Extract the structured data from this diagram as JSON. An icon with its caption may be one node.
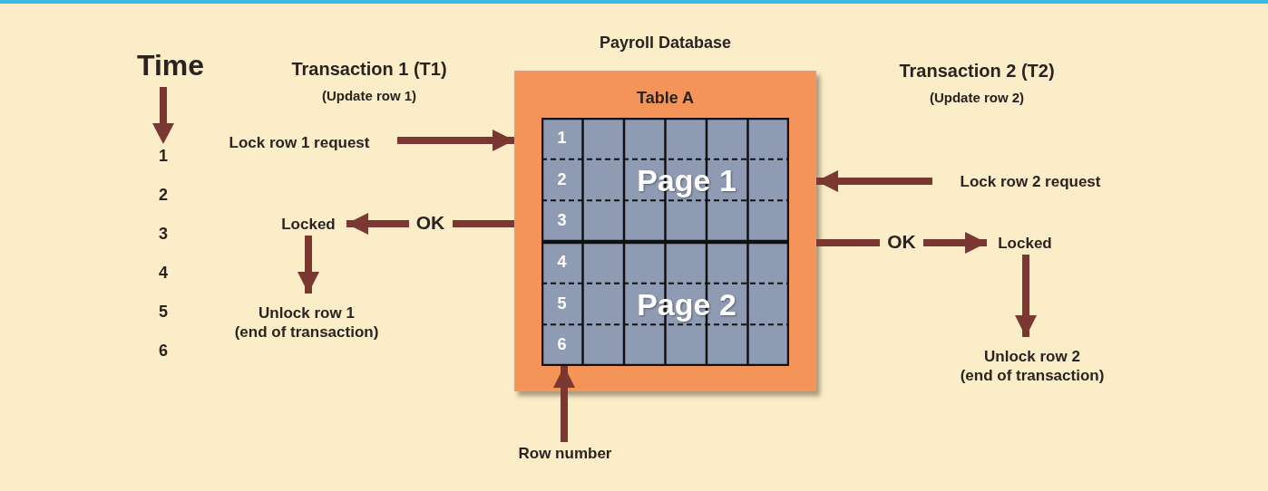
{
  "diagram": {
    "nodes": [
      {
        "text": [
          "Payroll Database",
          "Table A"
        ]
      },
      {
        "text": [
          "1",
          "2",
          "3",
          "Page 1"
        ],
        "in": 0
      },
      {
        "text": [
          "4",
          "5",
          "6",
          "Page 2"
        ],
        "in": 0
      },
      {
        "text": [
          "Lock row 1 request"
        ]
      },
      {
        "text": [
          "Locked"
        ]
      },
      {
        "text": [
          "Unlock row 1",
          "(end of transaction)"
        ]
      },
      {
        "text": [
          "Lock row 2 request"
        ]
      },
      {
        "text": [
          "Locked"
        ]
      },
      {
        "text": [
          "Unlock row 2",
          "(end of transaction)"
        ]
      },
      {
        "text": [
          "Row number"
        ]
      }
    ],
    "edges": [
      {
        "from": 3,
        "to": 0,
        "arrow": "to"
      },
      {
        "from": 0,
        "to": 4,
        "arrow": "to",
        "label": "OK"
      },
      {
        "from": 4,
        "to": 5,
        "arrow": "to"
      },
      {
        "from": 6,
        "to": 0,
        "arrow": "to"
      },
      {
        "from": 0,
        "to": 7,
        "arrow": "to",
        "label": "OK"
      },
      {
        "from": 7,
        "to": 8,
        "arrow": "to"
      },
      {
        "from": 9,
        "to": 2,
        "arrow": "to"
      }
    ],
    "labels": [
      "Time",
      "Transaction 1 (T1)",
      "(Update row 1)",
      "Transaction 2 (T2)",
      "(Update row 2)",
      "1",
      "2",
      "3",
      "4",
      "5",
      "6"
    ]
  }
}
